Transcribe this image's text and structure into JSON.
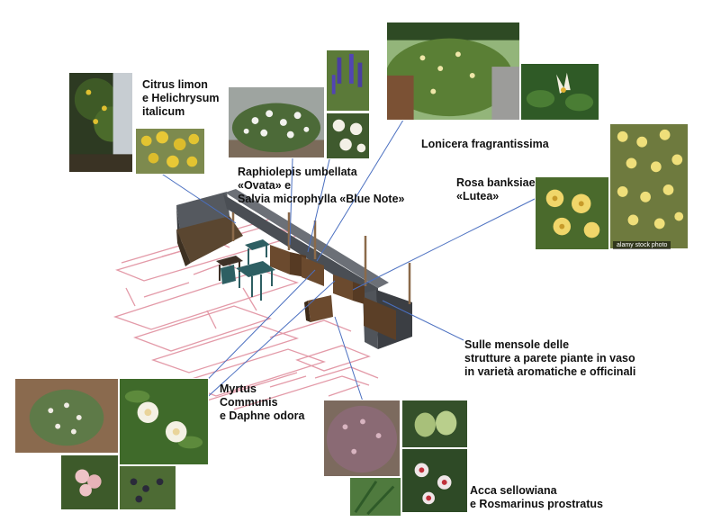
{
  "labels": {
    "citrus": [
      "Citrus limon",
      "e Helichrysum",
      "italicum"
    ],
    "raphiolepis": [
      "Raphiolepis umbellata",
      "«Ovata» e",
      "Salvia microphylla «Blue Note»"
    ],
    "lonicera": [
      "Lonicera fragrantissima"
    ],
    "rosa": [
      "Rosa banksiae",
      "«Lutea»"
    ],
    "mensole": [
      "Sulle mensole delle",
      "strutture a parete piante in vaso",
      "in varietà aromatiche e officinali"
    ],
    "myrtus": [
      "Myrtus",
      "Communis",
      "e Daphne odora"
    ],
    "acca": [
      "Acca sellowiana",
      "e  Rosmarinus prostratus"
    ]
  },
  "watermark": "alamy stock photo",
  "colors": {
    "leader_line": "#4a6fc0",
    "floor_plan": "#e39aa8",
    "structure": "#4a4e54",
    "planter": "#6b4a2e",
    "table": "#2e5f63"
  }
}
